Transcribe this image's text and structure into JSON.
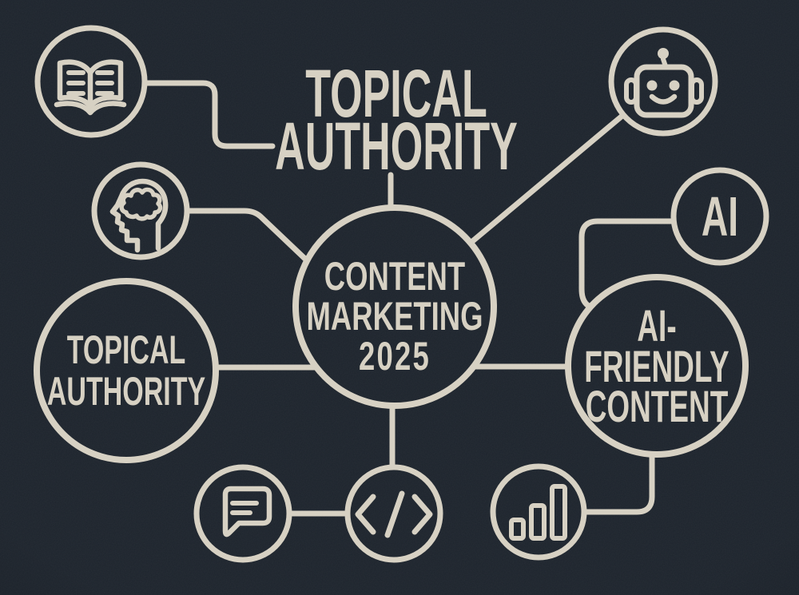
{
  "palette": {
    "background": "#1c232c",
    "ink": "#d6d0c2"
  },
  "heading": {
    "line1": "TOPICAL",
    "line2": "AUTHORITY"
  },
  "center_node": {
    "line1": "CONTENT",
    "line2": "MARKETING",
    "line3": "2025"
  },
  "left_node": {
    "line1": "TOPICAL",
    "line2": "AUTHORITY"
  },
  "right_node": {
    "line1": "AI-",
    "line2": "FRIENDLY",
    "line3": "CONTENT"
  },
  "ai_badge": {
    "label": "AI"
  },
  "icons": {
    "book": "open-book",
    "mind": "head-with-brain",
    "robot": "robot-face",
    "chat": "speech-bubble",
    "code": "code-brackets",
    "chart": "bar-chart"
  }
}
